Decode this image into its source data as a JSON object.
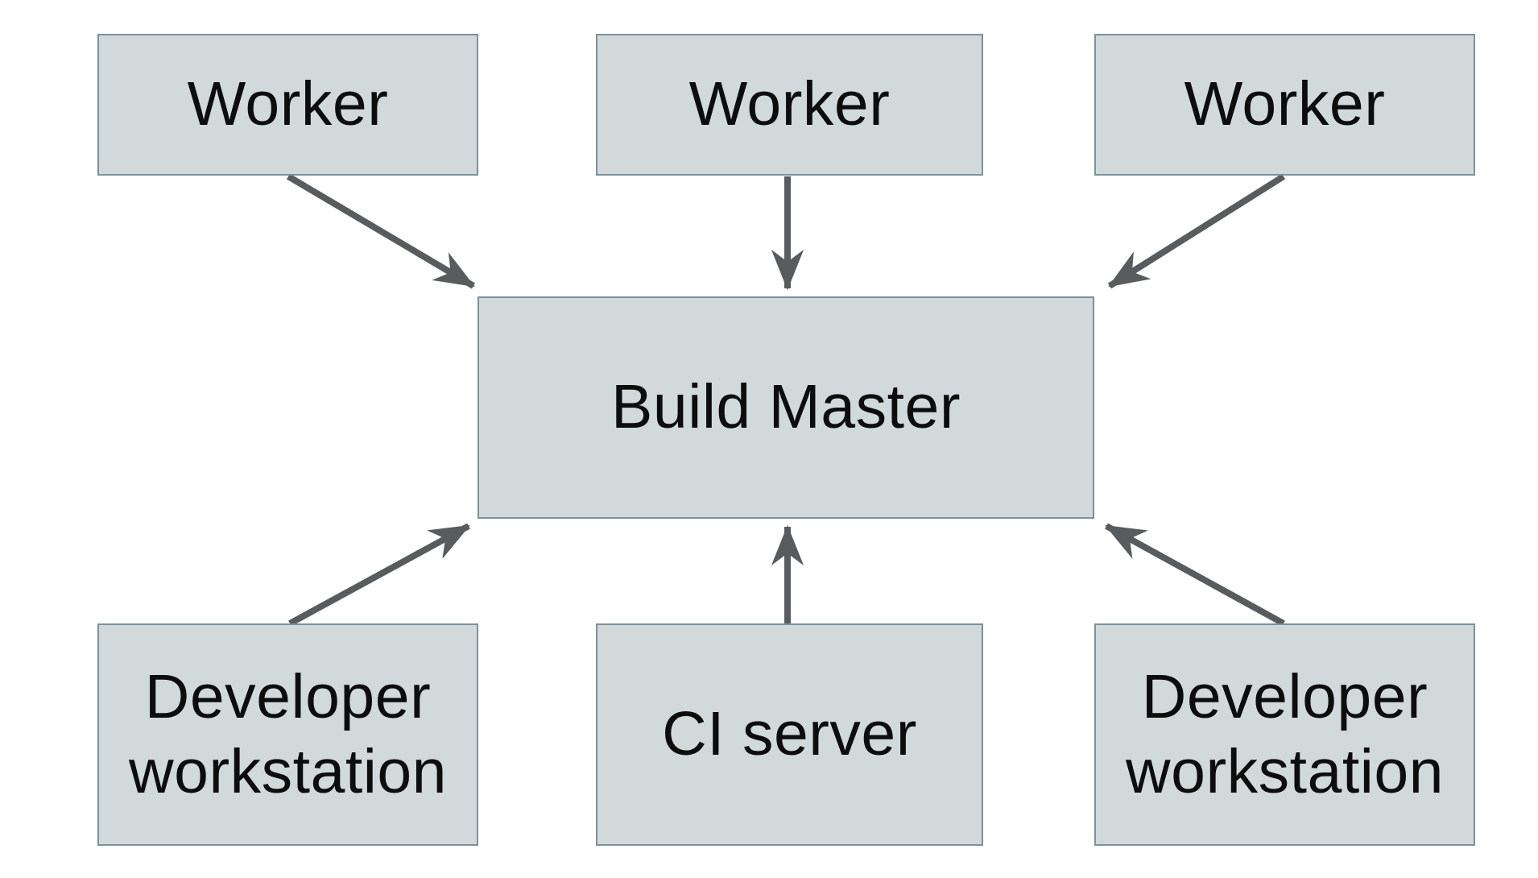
{
  "colors": {
    "background": "#ffffff",
    "node_fill": "#d2d9db",
    "node_border": "#7b919c",
    "arrow": "#595c5e",
    "text": "#0d0d0d"
  },
  "diagram": {
    "type": "architecture-diagram",
    "nodes": {
      "worker1": {
        "label": "Worker"
      },
      "worker2": {
        "label": "Worker"
      },
      "worker3": {
        "label": "Worker"
      },
      "build_master": {
        "label": "Build Master"
      },
      "dev_workstation1": {
        "label": "Developer workstation"
      },
      "ci_server": {
        "label": "CI server"
      },
      "dev_workstation2": {
        "label": "Developer workstation"
      }
    },
    "edges": [
      {
        "from": "worker1",
        "to": "build_master"
      },
      {
        "from": "worker2",
        "to": "build_master"
      },
      {
        "from": "worker3",
        "to": "build_master"
      },
      {
        "from": "dev_workstation1",
        "to": "build_master"
      },
      {
        "from": "ci_server",
        "to": "build_master"
      },
      {
        "from": "dev_workstation2",
        "to": "build_master"
      }
    ]
  }
}
